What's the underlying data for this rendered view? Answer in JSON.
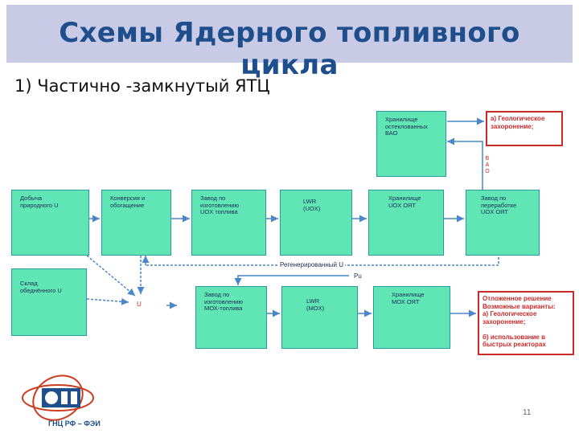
{
  "slide": {
    "title": "Схемы Ядерного топливного цикла",
    "subtitle": "1)  Частично -замкнутый ЯТЦ",
    "page_number": "11",
    "logo_text": "ГНЦ РФ – ФЭИ"
  },
  "diagram": {
    "nodes": {
      "mining": "Добыча\nприродного U",
      "conversion": "Конверсия и\nобогащение",
      "uox_plant": "Завод по\nизготовлению\nUOX топлива",
      "lwr_uox": "LWR\n(UOX)",
      "uox_storage": "Хранилище\nUOX ОЯТ",
      "reprocessing": "Завод по\nпереработке\nUOX ОЯТ",
      "hlw_storage": "Хранилище\nостеклованных\nВАО",
      "depleted_u": "Склад\nобеднённого U",
      "mox_plant": "Завод по\nизготовлению\nМОХ-топлива",
      "lwr_mox": "LWR\n(MOX)",
      "mox_storage": "Хранилище\nМОХ ОЯТ"
    },
    "red_boxes": {
      "geological": "а) Геологическое\nзахоронение;",
      "deferred": "Отложенное решение\nВозможные варианты:\nа) Геологическое\nзахоронение;\n\nб) использование в\nбыстрых реакторах"
    },
    "labels": {
      "regenerated_u": "Регенерированный U",
      "pu": "Pu",
      "u": "U",
      "vao": "В\nА\nО"
    },
    "colors": {
      "box_fill": "#5fe6b4",
      "box_border": "#2c9a9a",
      "arrow": "#4a86c8",
      "red": "#cc2a2a",
      "title": "#1f4e8c",
      "title_bar": "#c8cae6"
    }
  }
}
